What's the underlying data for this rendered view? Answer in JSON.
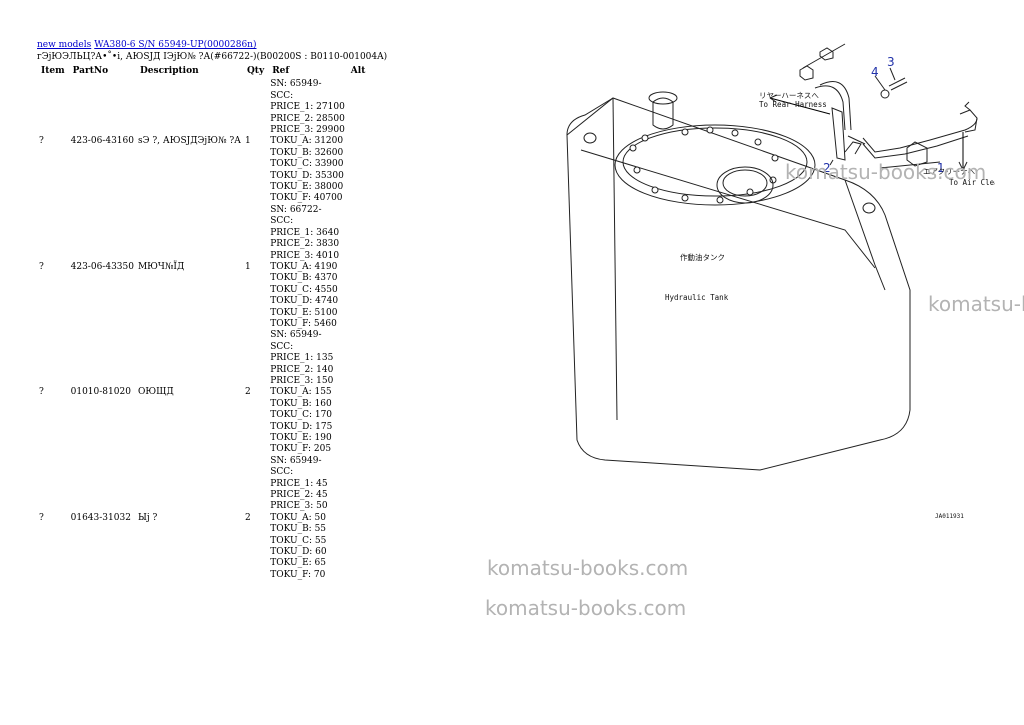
{
  "breadcrumb": {
    "link1": "new models",
    "link2": "WA380-6 S/N 65949-UP(0000286n)"
  },
  "subtitle": "гЭjЮЭЛЬЦ?А•˚•i, АЮЅЈД IЭjЮ№ ?А(#66722-)(B00200S : B0110-001004A)",
  "table": {
    "headers": {
      "item": "Item",
      "partno": "PartNo",
      "description": "Description",
      "qty": "Qty",
      "ref": "Ref",
      "alt": "Alt"
    },
    "rows": [
      {
        "item": "?",
        "partno": "423-06-43160",
        "description": "sЭ ?, АЮЅЈДЭjЮ№ ?А",
        "qty": "1",
        "ref": [
          "SN: 65949-",
          "SCC:",
          "PRICE_1: 27100",
          "PRICE_2: 28500",
          "PRICE_3: 29900",
          "TOKU_A: 31200",
          "TOKU_B: 32600",
          "TOKU_C: 33900",
          "TOKU_D: 35300",
          "TOKU_E: 38000",
          "TOKU_F: 40700"
        ]
      },
      {
        "item": "?",
        "partno": "423-06-43350",
        "description": "МЮЧ№ЇД",
        "qty": "1",
        "ref": [
          "SN: 66722-",
          "SCC:",
          "PRICE_1: 3640",
          "PRICE_2: 3830",
          "PRICE_3: 4010",
          "TOKU_A: 4190",
          "TOKU_B: 4370",
          "TOKU_C: 4550",
          "TOKU_D: 4740",
          "TOKU_E: 5100",
          "TOKU_F: 5460"
        ]
      },
      {
        "item": "?",
        "partno": "01010-81020",
        "description": "ОЮЩД",
        "qty": "2",
        "ref": [
          "SN: 65949-",
          "SCC:",
          "PRICE_1: 135",
          "PRICE_2: 140",
          "PRICE_3: 150",
          "TOKU_A: 155",
          "TOKU_B: 160",
          "TOKU_C: 170",
          "TOKU_D: 175",
          "TOKU_E: 190",
          "TOKU_F: 205"
        ]
      },
      {
        "item": "?",
        "partno": "01643-31032",
        "description": "Ыj ?",
        "qty": "2",
        "ref": [
          "SN: 65949-",
          "SCC:",
          "PRICE_1: 45",
          "PRICE_2: 45",
          "PRICE_3: 50",
          "TOKU_A: 50",
          "TOKU_B: 55",
          "TOKU_C: 55",
          "TOKU_D: 60",
          "TOKU_E: 65",
          "TOKU_F: 70"
        ]
      }
    ]
  },
  "diagram": {
    "callouts": [
      "1",
      "2",
      "3",
      "4"
    ],
    "label_rear_harness_jp": "リヤーハーネスへ",
    "label_rear_harness_en": "To Rear Harness",
    "label_air_cleaner_jp": "エアクリーナへ",
    "label_air_cleaner_en": "To Air Cleaner",
    "label_tank_jp": "作動油タンク",
    "label_tank_en": "Hydraulic Tank",
    "code": "JA011931"
  },
  "watermark": "komatsu-books.com"
}
